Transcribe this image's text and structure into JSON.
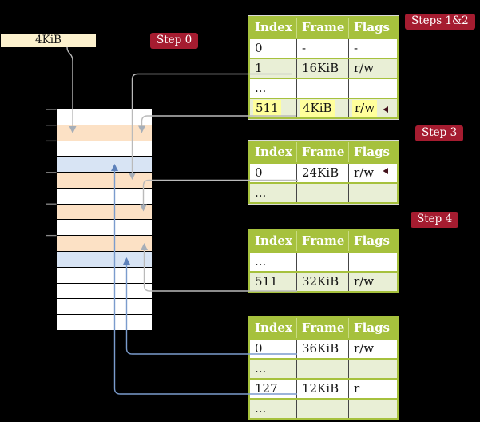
{
  "memory": {
    "box_label": "4KiB",
    "frame_rows": [
      "white",
      "orange",
      "white",
      "blue",
      "orange",
      "white",
      "orange",
      "white",
      "orange",
      "blue",
      "white",
      "white",
      "white",
      "white"
    ]
  },
  "labels": {
    "step0": "Step 0",
    "steps12": "Steps 1&2",
    "step3": "Step 3",
    "step4": "Step 4"
  },
  "tables": [
    {
      "name": "steps-1-2",
      "headers": [
        "Index",
        "Frame",
        "Flags"
      ],
      "rows": [
        {
          "cells": [
            "0",
            "-",
            "-"
          ],
          "shade": false,
          "highlight": false
        },
        {
          "cells": [
            "1",
            "16KiB",
            "r/w"
          ],
          "shade": true,
          "highlight": false
        },
        {
          "cells": [
            "...",
            "",
            ""
          ],
          "shade": false,
          "highlight": false
        },
        {
          "cells": [
            "511",
            "4KiB",
            "r/w"
          ],
          "shade": true,
          "highlight": true
        }
      ]
    },
    {
      "name": "step-3",
      "headers": [
        "Index",
        "Frame",
        "Flags"
      ],
      "rows": [
        {
          "cells": [
            "0",
            "24KiB",
            "r/w"
          ],
          "shade": false,
          "highlight": false
        },
        {
          "cells": [
            "...",
            "",
            ""
          ],
          "shade": true,
          "highlight": false
        }
      ]
    },
    {
      "name": "step-4-upper",
      "headers": [
        "Index",
        "Frame",
        "Flags"
      ],
      "rows": [
        {
          "cells": [
            "...",
            "",
            ""
          ],
          "shade": false,
          "highlight": false
        },
        {
          "cells": [
            "511",
            "32KiB",
            "r/w"
          ],
          "shade": true,
          "highlight": false
        }
      ]
    },
    {
      "name": "step-4-lower",
      "headers": [
        "Index",
        "Frame",
        "Flags"
      ],
      "rows": [
        {
          "cells": [
            "0",
            "36KiB",
            "r/w"
          ],
          "shade": false,
          "highlight": false
        },
        {
          "cells": [
            "...",
            "",
            ""
          ],
          "shade": true,
          "highlight": false
        },
        {
          "cells": [
            "127",
            "12KiB",
            "r"
          ],
          "shade": false,
          "highlight": false
        },
        {
          "cells": [
            "...",
            "",
            ""
          ],
          "shade": true,
          "highlight": false
        }
      ]
    }
  ],
  "colors": {
    "accent_green": "#a6c13d",
    "row_green": "#e9efd6",
    "frame_orange": "#fce1c5",
    "frame_blue": "#d8e4f4",
    "label_red": "#a51c30",
    "highlight_yellow": "#ffff9c",
    "box_cream": "#fcf1cd",
    "connector_gray": "#bababa",
    "arrow_gray": "#a6aeb8",
    "connector_blue": "#7b9ccd",
    "arrow_blue": "#5d81ba",
    "header_sep": "#c9dc82"
  }
}
